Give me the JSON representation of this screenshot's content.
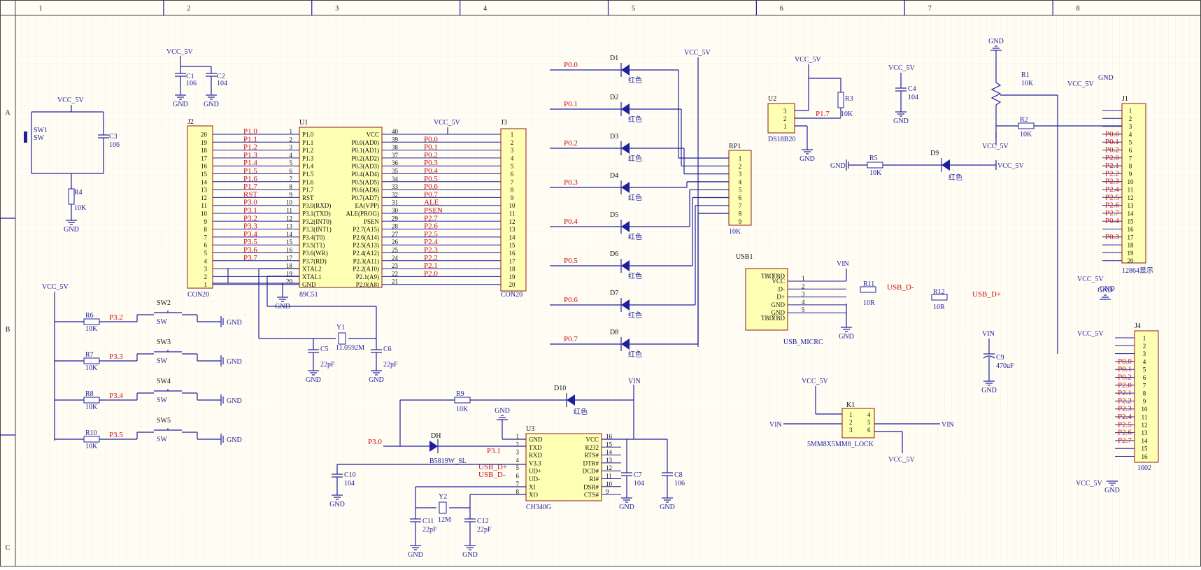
{
  "sheet": {
    "col_labels": [
      "1",
      "2",
      "3",
      "4",
      "5",
      "6",
      "7",
      "8"
    ],
    "row_labels": [
      "A",
      "B",
      "C"
    ]
  },
  "power": {
    "vcc": "VCC_5V",
    "gnd": "GND",
    "vin": "VIN"
  },
  "mcu": {
    "ref": "U1",
    "part": "89C51",
    "left_pins": [
      {
        "n": "1",
        "name": "P1.0"
      },
      {
        "n": "2",
        "name": "P1.1"
      },
      {
        "n": "3",
        "name": "P1.2"
      },
      {
        "n": "4",
        "name": "P1.3"
      },
      {
        "n": "5",
        "name": "P1.4"
      },
      {
        "n": "6",
        "name": "P1.5"
      },
      {
        "n": "7",
        "name": "P1.6"
      },
      {
        "n": "8",
        "name": "P1.7"
      },
      {
        "n": "9",
        "name": "RST"
      },
      {
        "n": "10",
        "name": "P3.0(RXD)"
      },
      {
        "n": "11",
        "name": "P3.1(TXD)"
      },
      {
        "n": "12",
        "name": "P3.2(INT0)"
      },
      {
        "n": "13",
        "name": "P3.3(INT1)"
      },
      {
        "n": "14",
        "name": "P3.4(T0)"
      },
      {
        "n": "15",
        "name": "P3.5(T1)"
      },
      {
        "n": "16",
        "name": "P3.6(WR)"
      },
      {
        "n": "17",
        "name": "P3.7(RD)"
      },
      {
        "n": "18",
        "name": "XTAL2"
      },
      {
        "n": "19",
        "name": "XTAL1"
      },
      {
        "n": "20",
        "name": "GND"
      }
    ],
    "right_pins": [
      {
        "n": "40",
        "name": "VCC"
      },
      {
        "n": "39",
        "name": "P0.0(AD0)"
      },
      {
        "n": "38",
        "name": "P0.1(AD1)"
      },
      {
        "n": "37",
        "name": "P0.2(AD2)"
      },
      {
        "n": "36",
        "name": "P0.3(AD3)"
      },
      {
        "n": "35",
        "name": "P0.4(AD4)"
      },
      {
        "n": "34",
        "name": "P0.5(AD5)"
      },
      {
        "n": "33",
        "name": "P0.6(AD6)"
      },
      {
        "n": "32",
        "name": "P0.7(AD7)"
      },
      {
        "n": "31",
        "name": "EA(VPP)"
      },
      {
        "n": "30",
        "name": "ALE(PROG)"
      },
      {
        "n": "29",
        "name": "PSEN"
      },
      {
        "n": "28",
        "name": "P2.7(A15)"
      },
      {
        "n": "27",
        "name": "P2.6(A14)"
      },
      {
        "n": "26",
        "name": "P2.5(A13)"
      },
      {
        "n": "25",
        "name": "P2.4(A12)"
      },
      {
        "n": "24",
        "name": "P2.3(A11)"
      },
      {
        "n": "23",
        "name": "P2.2(A10)"
      },
      {
        "n": "22",
        "name": "P2.1(A9)"
      },
      {
        "n": "21",
        "name": "P2.0(A8)"
      }
    ],
    "left_nets": [
      "P1.0",
      "P1.1",
      "P1.2",
      "P1.3",
      "P1.4",
      "P1.5",
      "P1.6",
      "P1.7",
      "RST",
      "P3.0",
      "P3.1",
      "P3.2",
      "P3.3",
      "P3.4",
      "P3.5",
      "P3.6",
      "P3.7"
    ],
    "right_nets": [
      "P0.0",
      "P0.1",
      "P0.2",
      "P0.3",
      "P0.4",
      "P0.5",
      "P0.6",
      "P0.7",
      "ALE",
      "PSEN",
      "P2.7",
      "P2.6",
      "P2.5",
      "P2.4",
      "P2.3",
      "P2.2",
      "P2.1",
      "P2.0"
    ]
  },
  "j2": {
    "ref": "J2",
    "part": "CON20",
    "pins": [
      "20",
      "19",
      "18",
      "17",
      "16",
      "15",
      "14",
      "13",
      "12",
      "11",
      "10",
      "9",
      "8",
      "7",
      "6",
      "5",
      "4",
      "3",
      "2",
      "1"
    ]
  },
  "j3": {
    "ref": "J3",
    "part": "CON20",
    "pins": [
      "1",
      "2",
      "3",
      "4",
      "5",
      "6",
      "7",
      "8",
      "9",
      "10",
      "11",
      "12",
      "13",
      "14",
      "15",
      "16",
      "17",
      "18",
      "19",
      "20"
    ]
  },
  "caps": {
    "c1": {
      "ref": "C1",
      "val": "106"
    },
    "c2": {
      "ref": "C2",
      "val": "104"
    },
    "c3": {
      "ref": "C3",
      "val": "106"
    },
    "c4": {
      "ref": "C4",
      "val": "104"
    },
    "c5": {
      "ref": "C5",
      "val": "22pF"
    },
    "c6": {
      "ref": "C6",
      "val": "22pF"
    },
    "c7": {
      "ref": "C7",
      "val": "104"
    },
    "c8": {
      "ref": "C8",
      "val": "106"
    },
    "c9": {
      "ref": "C9",
      "val": "470uF"
    },
    "c10": {
      "ref": "C10",
      "val": "104"
    },
    "c11": {
      "ref": "C11",
      "val": "22pF"
    },
    "c12": {
      "ref": "C12",
      "val": "22pF"
    }
  },
  "resistors": {
    "r1": {
      "ref": "R1",
      "val": "10K"
    },
    "r2": {
      "ref": "R2",
      "val": "10K"
    },
    "r3": {
      "ref": "R3",
      "val": "10K"
    },
    "r4": {
      "ref": "R4",
      "val": "10K"
    },
    "r5": {
      "ref": "R5",
      "val": "10K"
    },
    "r6": {
      "ref": "R6",
      "val": "10K"
    },
    "r7": {
      "ref": "R7",
      "val": "10K"
    },
    "r8": {
      "ref": "R8",
      "val": "10K"
    },
    "r9": {
      "ref": "R9",
      "val": "10K"
    },
    "r10": {
      "ref": "R10",
      "val": "10K"
    },
    "r11": {
      "ref": "R11",
      "val": "10R"
    },
    "r12": {
      "ref": "R12",
      "val": "10R"
    }
  },
  "switches": {
    "sw1": {
      "ref": "SW1",
      "val": "SW"
    },
    "sw2": {
      "ref": "SW2",
      "val": "SW",
      "net": "P3.2"
    },
    "sw3": {
      "ref": "SW3",
      "val": "SW",
      "net": "P3.3"
    },
    "sw4": {
      "ref": "SW4",
      "val": "SW",
      "net": "P3.4"
    },
    "sw5": {
      "ref": "SW5",
      "val": "SW",
      "net": "P3.5"
    }
  },
  "leds": {
    "items": [
      {
        "ref": "D1",
        "net": "P0.0",
        "color": "红色"
      },
      {
        "ref": "D2",
        "net": "P0.1",
        "color": "红色"
      },
      {
        "ref": "D3",
        "net": "P0.2",
        "color": "红色"
      },
      {
        "ref": "D4",
        "net": "P0.3",
        "color": "红色"
      },
      {
        "ref": "D5",
        "net": "P0.4",
        "color": "红色"
      },
      {
        "ref": "D6",
        "net": "P0.5",
        "color": "红色"
      },
      {
        "ref": "D7",
        "net": "P0.6",
        "color": "红色"
      },
      {
        "ref": "D8",
        "net": "P0.7",
        "color": "红色"
      }
    ],
    "d9": {
      "ref": "D9",
      "color": "红色"
    },
    "d10": {
      "ref": "D10",
      "color": "红色"
    }
  },
  "rp1": {
    "ref": "RP1",
    "val": "10K",
    "pins": [
      "1",
      "2",
      "3",
      "4",
      "5",
      "6",
      "7",
      "8",
      "9"
    ]
  },
  "u2": {
    "ref": "U2",
    "part": "DS18B20",
    "pins": [
      "3",
      "2",
      "1"
    ],
    "net": "P1.7"
  },
  "y1": {
    "ref": "Y1",
    "val": "11.0592M"
  },
  "y2": {
    "ref": "Y2",
    "val": "12M"
  },
  "usb": {
    "ref": "USB1",
    "part": "USB_MICRC",
    "pins": [
      "VCC",
      "D-",
      "D+",
      "GND",
      "GND"
    ],
    "tbd": "TBD",
    "net_dm": "USB_D-",
    "net_dp": "USB_D+"
  },
  "u3": {
    "ref": "U3",
    "part": "CH340G",
    "left": [
      "GND",
      "TXD",
      "RXD",
      "V3.3",
      "UD+",
      "UD-",
      "XI",
      "XO"
    ],
    "right": [
      "VCC",
      "R232",
      "RTS#",
      "DTR#",
      "DCD#",
      "RI#",
      "DSR#",
      "CTS#"
    ],
    "left_n": [
      "1",
      "2",
      "3",
      "4",
      "5",
      "6",
      "7",
      "8"
    ],
    "right_n": [
      "16",
      "15",
      "14",
      "13",
      "12",
      "11",
      "10",
      "9"
    ],
    "net_p30": "P3.0",
    "net_p31": "P3.1",
    "net_udp": "USB_D+",
    "net_udm": "USB_D-"
  },
  "dh": {
    "ref": "DH",
    "part": "B5819W_SL"
  },
  "k1": {
    "ref": "K1",
    "part": "5MM8X5MM8_LOCK",
    "pins": [
      "1",
      "2",
      "3",
      "4",
      "5",
      "6"
    ]
  },
  "j1": {
    "ref": "J1",
    "part": "12864显示",
    "pins": [
      "1",
      "2",
      "3",
      "4",
      "5",
      "6",
      "7",
      "8",
      "9",
      "10",
      "11",
      "12",
      "13",
      "14",
      "15",
      "16",
      "17",
      "18",
      "19",
      "20"
    ],
    "nets": [
      "P0.0",
      "P0.1",
      "P0.2",
      "P2.0",
      "P2.1",
      "P2.2",
      "P2.3",
      "P2.4",
      "P2.5",
      "P2.6",
      "P2.7",
      "P0.4",
      "",
      "P0.3"
    ]
  },
  "j4": {
    "ref": "J4",
    "part": "1602",
    "pins": [
      "1",
      "2",
      "3",
      "4",
      "5",
      "6",
      "7",
      "8",
      "9",
      "10",
      "11",
      "12",
      "13",
      "14",
      "15",
      "16"
    ],
    "nets": [
      "P0.0",
      "P0.1",
      "P0.2",
      "P2.0",
      "P2.1",
      "P2.2",
      "P2.3",
      "P2.4",
      "P2.5",
      "P2.6",
      "P2.7"
    ]
  }
}
